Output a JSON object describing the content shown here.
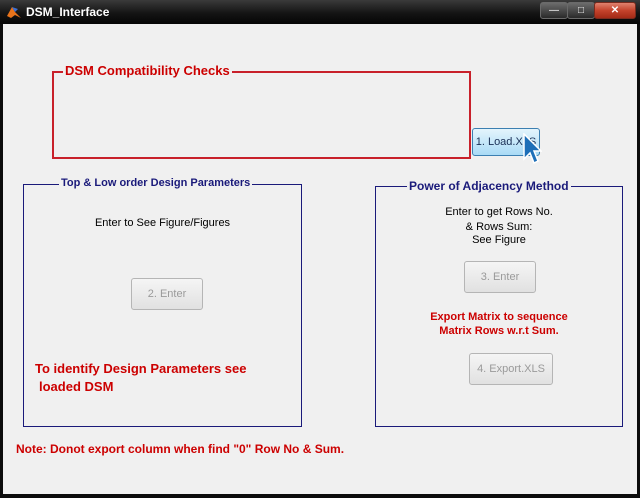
{
  "window": {
    "title": "DSM_Interface",
    "minimize_glyph": "—",
    "maximize_glyph": "□",
    "close_glyph": "✕",
    "app_icon": "matlab-icon"
  },
  "compat_panel": {
    "title": "DSM Compatibility Checks"
  },
  "load_button": {
    "label": "1. Load.XLS"
  },
  "left_panel": {
    "title": "Top & Low order Design Parameters",
    "instruction": "Enter to See Figure/Figures",
    "enter_label": "2. Enter",
    "note_line1": "To identify Design Parameters see",
    "note_line2": "loaded DSM"
  },
  "right_panel": {
    "title": "Power of Adjacency Method",
    "instruction_line1": "Enter to get Rows No.",
    "instruction_line2": "& Rows Sum:",
    "instruction_line3": "See Figure",
    "enter_label": "3. Enter",
    "export_text_line1": "Export Matrix to sequence",
    "export_text_line2": "Matrix Rows w.r.t Sum.",
    "export_label": "4. Export.XLS"
  },
  "footer_note": "Note: Donot export column when find \"0\" Row No & Sum.",
  "colors": {
    "accent_red": "#cc0000",
    "panel_navy": "#1a1a7a",
    "active_button": "#a9dbf6"
  },
  "cursor": "arrow-cursor-icon"
}
